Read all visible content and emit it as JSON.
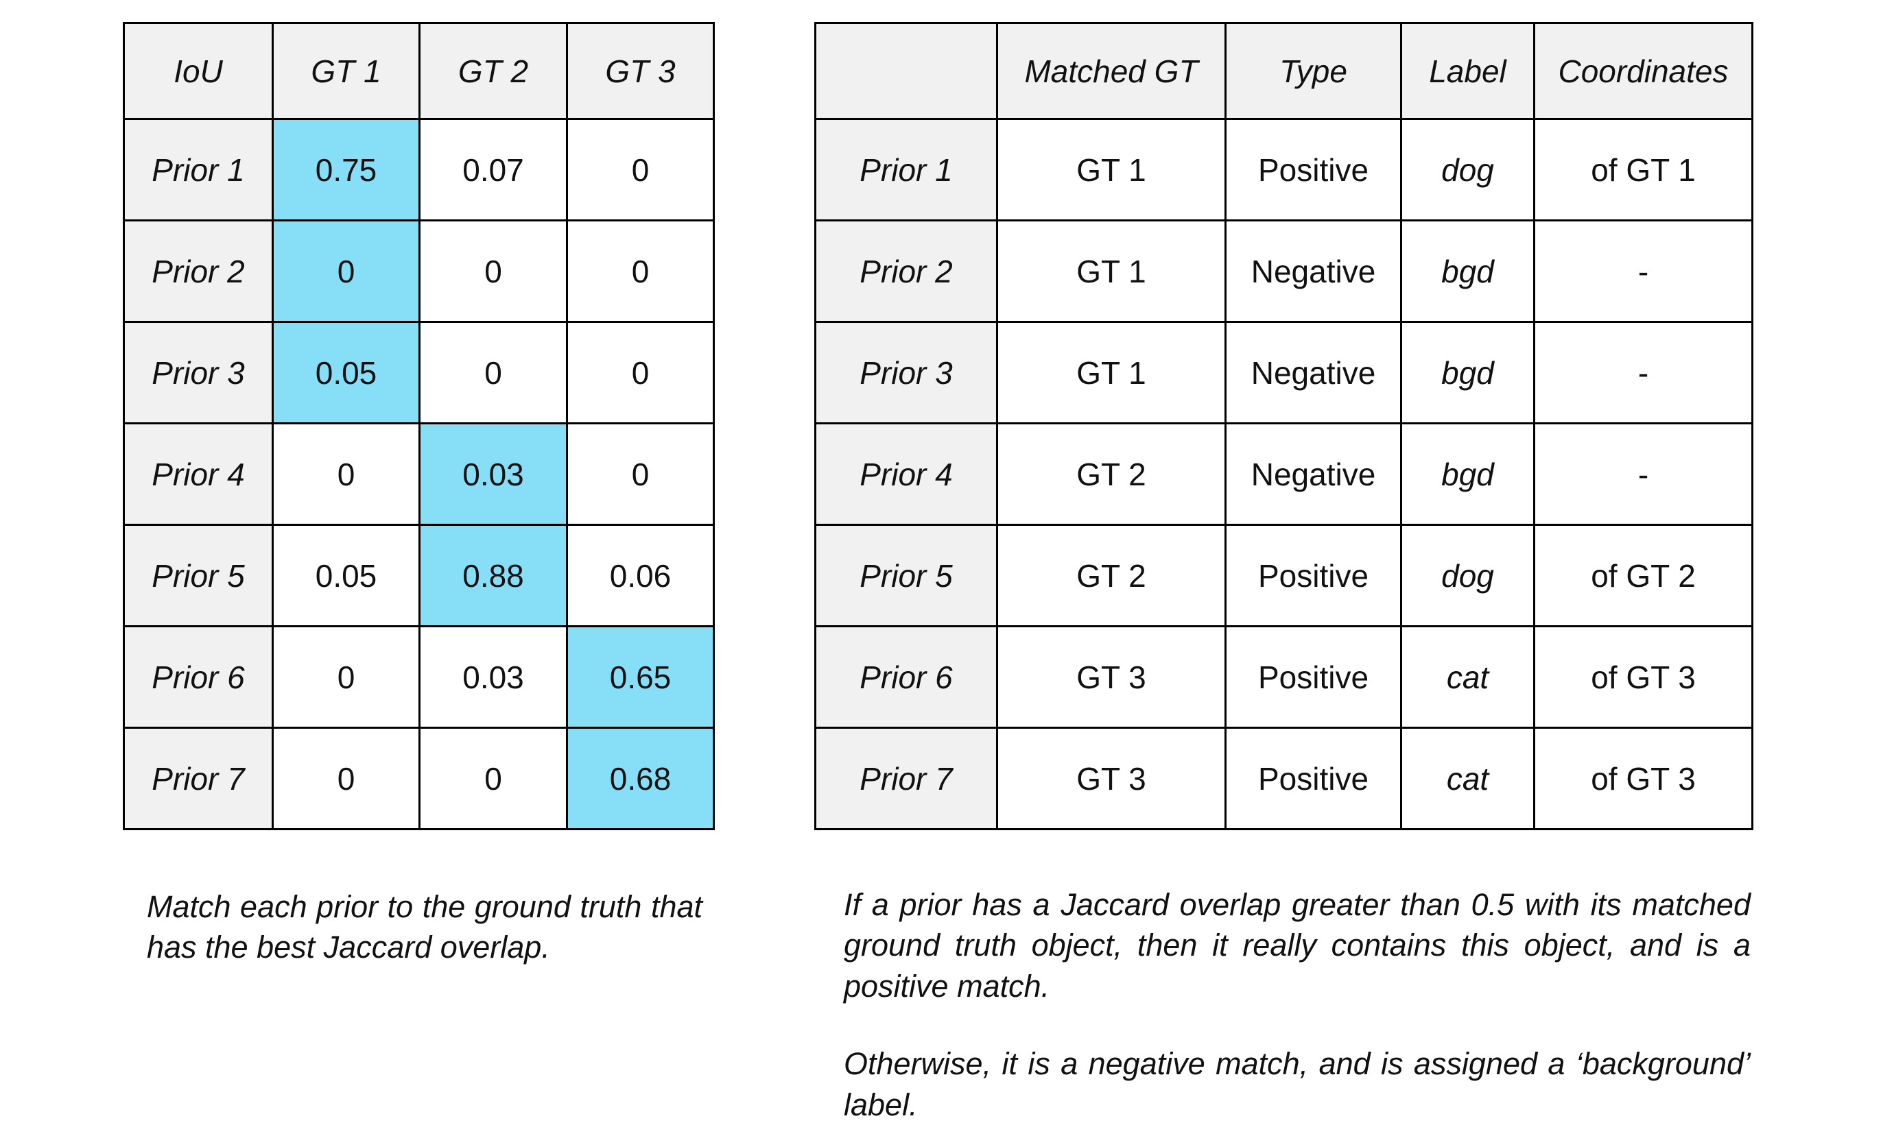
{
  "colors": {
    "highlight_blue": "#87def7",
    "header_gray": "#f1f1f1",
    "border_black": "#000000"
  },
  "iou_table": {
    "headers": [
      "IoU",
      "GT 1",
      "GT 2",
      "GT 3"
    ],
    "rows": [
      {
        "label": "Prior 1",
        "values": [
          "0.75",
          "0.07",
          "0"
        ],
        "highlight_col": 0
      },
      {
        "label": "Prior 2",
        "values": [
          "0",
          "0",
          "0"
        ],
        "highlight_col": 0
      },
      {
        "label": "Prior 3",
        "values": [
          "0.05",
          "0",
          "0"
        ],
        "highlight_col": 0
      },
      {
        "label": "Prior 4",
        "values": [
          "0",
          "0.03",
          "0"
        ],
        "highlight_col": 1
      },
      {
        "label": "Prior 5",
        "values": [
          "0.05",
          "0.88",
          "0.06"
        ],
        "highlight_col": 1
      },
      {
        "label": "Prior 6",
        "values": [
          "0",
          "0.03",
          "0.65"
        ],
        "highlight_col": 2
      },
      {
        "label": "Prior 7",
        "values": [
          "0",
          "0",
          "0.68"
        ],
        "highlight_col": 2
      }
    ],
    "caption": "Match each prior to the ground truth that has the best Jaccard overlap."
  },
  "match_table": {
    "headers": [
      "",
      "Matched GT",
      "Type",
      "Label",
      "Coordinates"
    ],
    "rows": [
      {
        "label": "Prior 1",
        "matched_gt": "GT 1",
        "type": "Positive",
        "class_label": "dog",
        "coordinates": "of GT 1"
      },
      {
        "label": "Prior 2",
        "matched_gt": "GT 1",
        "type": "Negative",
        "class_label": "bgd",
        "coordinates": "-"
      },
      {
        "label": "Prior 3",
        "matched_gt": "GT 1",
        "type": "Negative",
        "class_label": "bgd",
        "coordinates": "-"
      },
      {
        "label": "Prior 4",
        "matched_gt": "GT 2",
        "type": "Negative",
        "class_label": "bgd",
        "coordinates": "-"
      },
      {
        "label": "Prior 5",
        "matched_gt": "GT 2",
        "type": "Positive",
        "class_label": "dog",
        "coordinates": "of GT 2"
      },
      {
        "label": "Prior 6",
        "matched_gt": "GT 3",
        "type": "Positive",
        "class_label": "cat",
        "coordinates": "of GT 3"
      },
      {
        "label": "Prior 7",
        "matched_gt": "GT 3",
        "type": "Positive",
        "class_label": "cat",
        "coordinates": "of GT 3"
      }
    ],
    "caption_paragraphs": [
      "If a prior has a Jaccard overlap greater than 0.5 with its matched ground truth object, then it really contains this object, and is a positive match.",
      "Otherwise, it is a negative match, and is assigned a ‘background’ label."
    ]
  }
}
